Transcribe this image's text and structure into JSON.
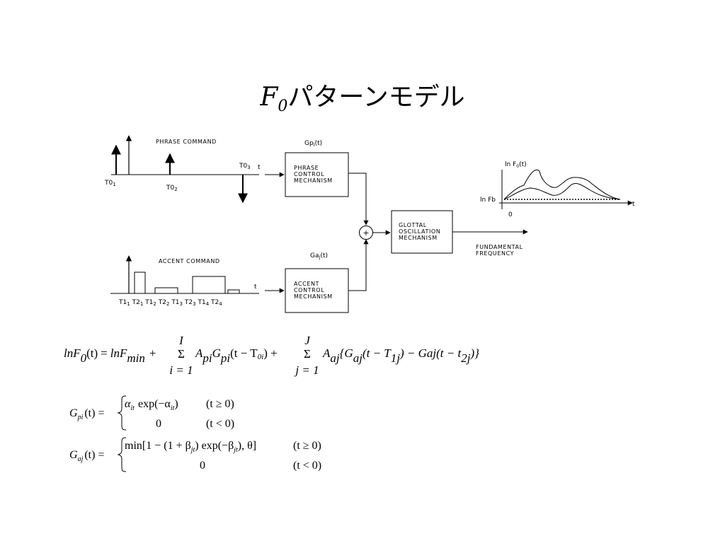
{
  "title": {
    "symbol": "F",
    "subscript": "0",
    "text": "パターンモデル"
  },
  "diagram": {
    "phrase_command": "PHRASE COMMAND",
    "accent_command": "ACCENT COMMAND",
    "phrase_times": {
      "t01": "T0",
      "t01_sub": "1",
      "t02": "T0",
      "t02_sub": "2",
      "t03": "T0",
      "t03_sub": "3"
    },
    "t_axis": "t",
    "accent_times": [
      "T1",
      "1",
      "T2",
      "1",
      "T1",
      "2",
      "T2",
      "2",
      "T1",
      "3",
      "T2",
      "3",
      "T1",
      "4",
      "T2",
      "4"
    ],
    "gp_label": "Gp",
    "gp_sub": "i",
    "gp_arg": "(t)",
    "ga_label": "Ga",
    "ga_sub": "j",
    "ga_arg": "(t)",
    "phrase_block": [
      "PHRASE",
      "CONTROL",
      "MECHANISM"
    ],
    "accent_block": [
      "ACCENT",
      "CONTROL",
      "MECHANISM"
    ],
    "glottal_block": [
      "GLOTTAL",
      "OSCILLATION",
      "MECHANISM"
    ],
    "adder": "+",
    "output": [
      "FUNDAMENTAL",
      "FREQUENCY"
    ],
    "plot_y": "ln F",
    "plot_y_sub": "0",
    "plot_y_arg": "(t)",
    "plot_base": "ln Fb",
    "plot_origin": "0",
    "plot_t": "t"
  },
  "equations": {
    "eq1": {
      "lhs_a": "lnF",
      "lhs_sub": "0",
      "lhs_b": "(t)",
      "eq": "=",
      "term1": "lnF",
      "term1_sub": "min",
      "plus": "+",
      "sum1_top": "I",
      "sum1_sym": "Σ",
      "sum1_bot": "i = 1",
      "a1": "A",
      "a1_sub": "pi",
      "g1": "G",
      "g1_sub": "pi",
      "g1_arg_a": "(t − T",
      "g1_arg_sub": "0i",
      "g1_arg_b": ") +",
      "sum2_top": "J",
      "sum2_sym": "Σ",
      "sum2_bot": "j = 1",
      "a2": "A",
      "a2_sub": "aj",
      "brace_open": "{G",
      "g2_sub": "aj",
      "g2_arg_a": "(t − T",
      "g2_arg_sub": "1j",
      "g2_arg_b": ") − Gaj(t − t",
      "g2_arg_sub2": "2j",
      "tail": ")}"
    },
    "eq2": {
      "lhs": "G",
      "lhs_sub": "pi",
      "lhs_arg": "(t) =",
      "c1_expr_a": "α",
      "c1_expr_sub": "it",
      "c1_expr_b": "exp(−α",
      "c1_expr_sub2": "it",
      "c1_expr_c": ")",
      "c1_cond": "(t ≥ 0)",
      "c2_expr": "0",
      "c2_cond": "(t < 0)"
    },
    "eq3": {
      "lhs": "G",
      "lhs_sub": "aj",
      "lhs_arg": "(t) =",
      "c1_expr_a": "min[1 − (1 + β",
      "c1_expr_sub": "jt",
      "c1_expr_b": ") exp(−β",
      "c1_expr_sub2": "jt",
      "c1_expr_c": "), θ]",
      "c1_cond": "(t ≥ 0)",
      "c2_expr": "0",
      "c2_cond": "(t < 0)"
    }
  }
}
